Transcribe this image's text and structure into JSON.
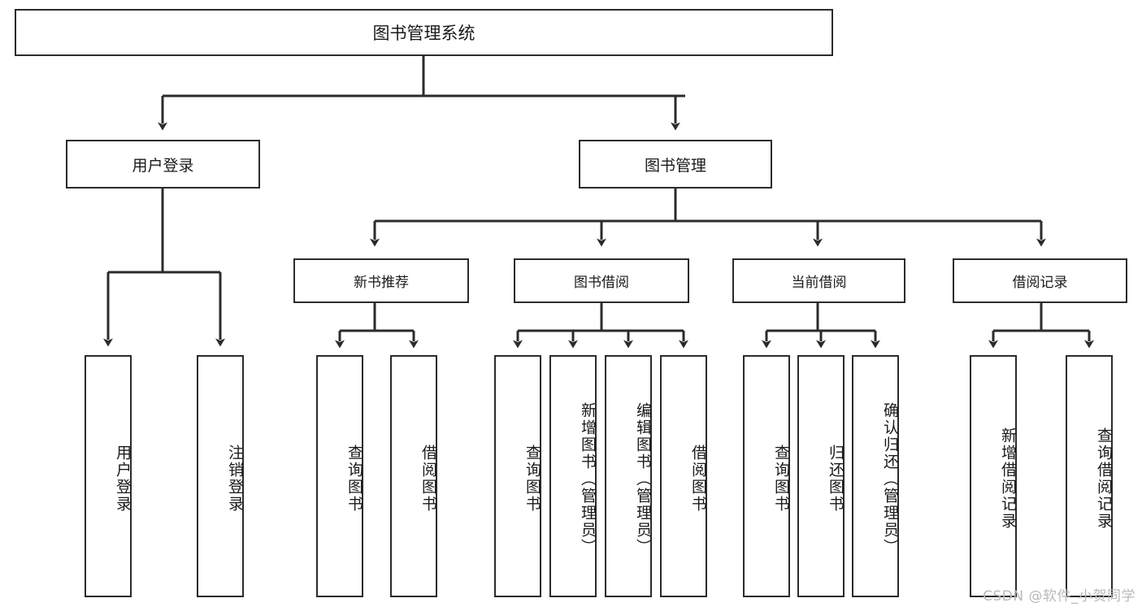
{
  "diagram": {
    "title": "图书管理系统",
    "type": "tree-hierarchy",
    "orientation": "top-down",
    "accent_color": "#2b2b2b",
    "background_color": "#ffffff",
    "root": {
      "label": "图书管理系统"
    },
    "level2": [
      {
        "label": "用户登录"
      },
      {
        "label": "图书管理"
      }
    ],
    "level3": [
      {
        "label": "新书推荐"
      },
      {
        "label": "图书借阅"
      },
      {
        "label": "当前借阅"
      },
      {
        "label": "借阅记录"
      }
    ],
    "leaves": {
      "user_login": [
        {
          "label": "用户登录"
        },
        {
          "label": "注销登录"
        }
      ],
      "new_book_recommend": [
        {
          "label": "查询图书"
        },
        {
          "label": "借阅图书"
        }
      ],
      "book_borrow": [
        {
          "label": "查询图书"
        },
        {
          "label": "新增图书（管理员）"
        },
        {
          "label": "编辑图书（管理员）"
        },
        {
          "label": "借阅图书"
        }
      ],
      "current_borrow": [
        {
          "label": "查询图书"
        },
        {
          "label": "归还图书"
        },
        {
          "label": "确认归还（管理员）"
        }
      ],
      "borrow_record": [
        {
          "label": "新增借阅记录"
        },
        {
          "label": "查询借阅记录"
        }
      ]
    }
  },
  "watermark": {
    "text": "CSDN @软件_小贺同学"
  }
}
